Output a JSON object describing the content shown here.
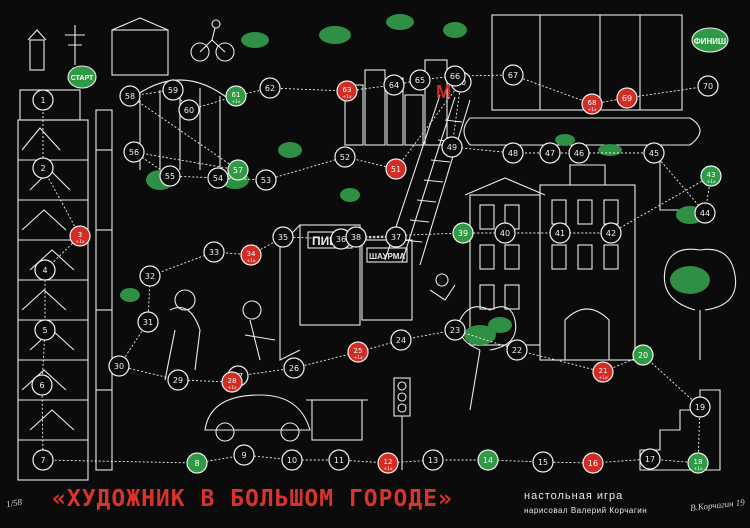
{
  "title": "«ХУДОЖНИК В БОЛЬШОМ ГОРОДЕ»",
  "subtitle_line1": "настольная игра",
  "subtitle_line2": "нарисовал Валерий Корчагин",
  "edition_mark": "1/58",
  "signature": "В.Корчагин 19",
  "colors": {
    "background": "#0b0b0b",
    "line": "#f2f2f2",
    "red_space": "#d32c24",
    "green_space": "#2f9a45",
    "foliage": "#2e8f45"
  },
  "shop_signs": [
    "ПИВО",
    "ШАУРМА"
  ],
  "metro_letter": "М",
  "finish_sign": "ФИНИШ",
  "start_sign": "СТАРТ",
  "spaces": [
    {
      "n": "1",
      "type": "white"
    },
    {
      "n": "2",
      "type": "white"
    },
    {
      "n": "3",
      "type": "red",
      "mod": "+1х"
    },
    {
      "n": "4",
      "type": "white"
    },
    {
      "n": "5",
      "type": "white"
    },
    {
      "n": "6",
      "type": "white"
    },
    {
      "n": "7",
      "type": "white"
    },
    {
      "n": "8",
      "type": "green"
    },
    {
      "n": "9",
      "type": "white"
    },
    {
      "n": "10",
      "type": "white"
    },
    {
      "n": "11",
      "type": "white"
    },
    {
      "n": "12",
      "type": "red",
      "mod": "+1х"
    },
    {
      "n": "13",
      "type": "white"
    },
    {
      "n": "14",
      "type": "green"
    },
    {
      "n": "15",
      "type": "white"
    },
    {
      "n": "16",
      "type": "red"
    },
    {
      "n": "17",
      "type": "white"
    },
    {
      "n": "18",
      "type": "green",
      "mod": "+1х"
    },
    {
      "n": "19",
      "type": "white"
    },
    {
      "n": "20",
      "type": "green"
    },
    {
      "n": "21",
      "type": "red",
      "mod": "+1х"
    },
    {
      "n": "22",
      "type": "white"
    },
    {
      "n": "23",
      "type": "white"
    },
    {
      "n": "24",
      "type": "white"
    },
    {
      "n": "25",
      "type": "red",
      "mod": "+1х"
    },
    {
      "n": "26",
      "type": "white"
    },
    {
      "n": "27",
      "type": "white"
    },
    {
      "n": "28",
      "type": "red",
      "mod": "+1х"
    },
    {
      "n": "29",
      "type": "white"
    },
    {
      "n": "30",
      "type": "white"
    },
    {
      "n": "31",
      "type": "white"
    },
    {
      "n": "32",
      "type": "white"
    },
    {
      "n": "33",
      "type": "white"
    },
    {
      "n": "34",
      "type": "red",
      "mod": "+1х"
    },
    {
      "n": "35",
      "type": "white"
    },
    {
      "n": "36",
      "type": "white"
    },
    {
      "n": "37",
      "type": "white"
    },
    {
      "n": "38",
      "type": "white"
    },
    {
      "n": "39",
      "type": "green"
    },
    {
      "n": "40",
      "type": "white"
    },
    {
      "n": "41",
      "type": "white"
    },
    {
      "n": "42",
      "type": "white"
    },
    {
      "n": "43",
      "type": "green",
      "mod": "+1х"
    },
    {
      "n": "44",
      "type": "white"
    },
    {
      "n": "45",
      "type": "white"
    },
    {
      "n": "46",
      "type": "white"
    },
    {
      "n": "47",
      "type": "white"
    },
    {
      "n": "48",
      "type": "white"
    },
    {
      "n": "49",
      "type": "white"
    },
    {
      "n": "50",
      "type": "white"
    },
    {
      "n": "51",
      "type": "red"
    },
    {
      "n": "52",
      "type": "white"
    },
    {
      "n": "53",
      "type": "white"
    },
    {
      "n": "54",
      "type": "white"
    },
    {
      "n": "55",
      "type": "white"
    },
    {
      "n": "56",
      "type": "white"
    },
    {
      "n": "57",
      "type": "green"
    },
    {
      "n": "58",
      "type": "white"
    },
    {
      "n": "59",
      "type": "white"
    },
    {
      "n": "60",
      "type": "white"
    },
    {
      "n": "61",
      "type": "green",
      "mod": "+1х"
    },
    {
      "n": "62",
      "type": "white"
    },
    {
      "n": "63",
      "type": "red",
      "mod": "+1х"
    },
    {
      "n": "64",
      "type": "white"
    },
    {
      "n": "65",
      "type": "white"
    },
    {
      "n": "66",
      "type": "white"
    },
    {
      "n": "67",
      "type": "white"
    },
    {
      "n": "68",
      "type": "red",
      "mod": "+1х"
    },
    {
      "n": "69",
      "type": "red"
    },
    {
      "n": "70",
      "type": "white"
    }
  ]
}
